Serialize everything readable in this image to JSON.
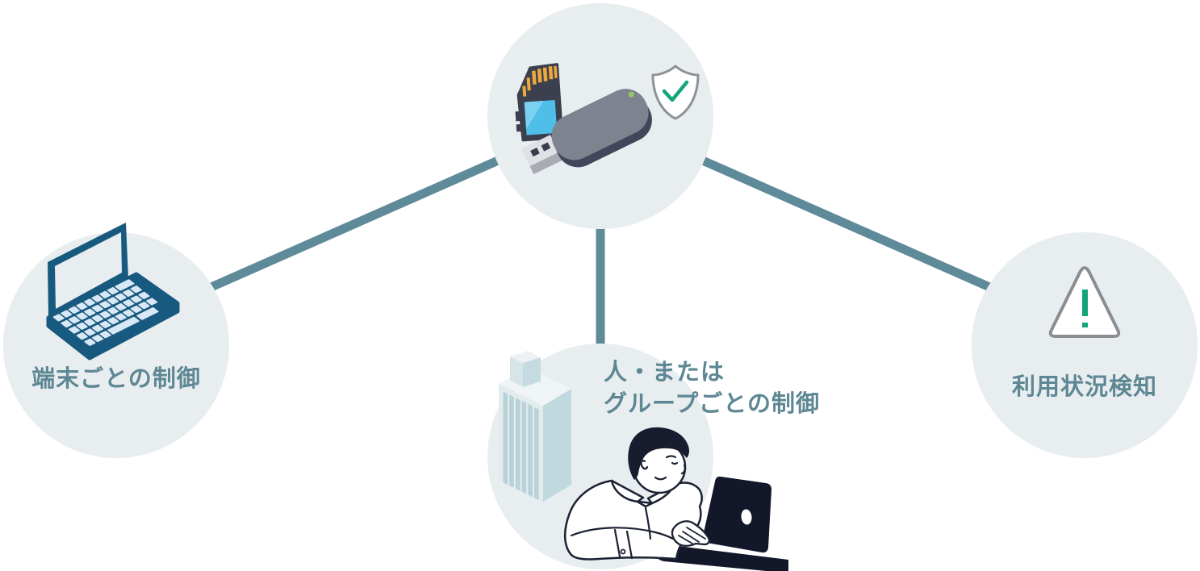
{
  "diagram": {
    "center_node": {
      "icons": [
        "sd-card",
        "usb-flash-drive",
        "shield-with-checkmark"
      ]
    },
    "left_node": {
      "label": "端末ごとの制御",
      "icon": "laptop"
    },
    "bottom_node": {
      "label_line1": "人・または",
      "label_line2": "グループごとの制御",
      "icons": [
        "office-building",
        "person-typing-on-laptop"
      ]
    },
    "right_node": {
      "label": "利用状況検知",
      "icon": "warning-triangle"
    }
  },
  "colors": {
    "circle_fill": "#E8EDF0",
    "connector": "#5E8A99",
    "label_text": "#5E8794",
    "accent_green": "#12A57B",
    "laptop_blue": "#185A7F",
    "key_blue": "#D9E8F6",
    "dark_navy": "#121729",
    "shield_stroke": "#8D9296"
  }
}
